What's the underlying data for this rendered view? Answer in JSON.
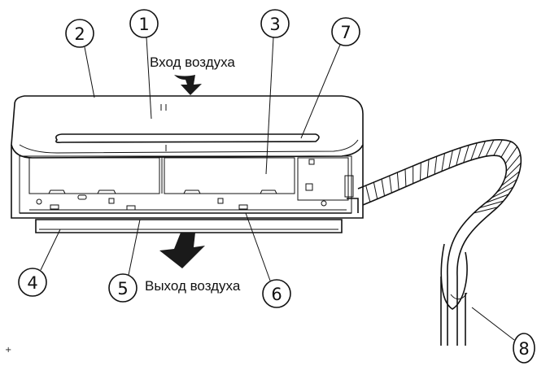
{
  "labels": {
    "air_in": "Вход воздуха",
    "air_out": "Выход воздуха"
  },
  "callouts": [
    "1",
    "2",
    "3",
    "4",
    "5",
    "6",
    "7",
    "8"
  ],
  "colors": {
    "line": "#111111",
    "arrow": "#1a1a1a",
    "background": "#ffffff"
  }
}
